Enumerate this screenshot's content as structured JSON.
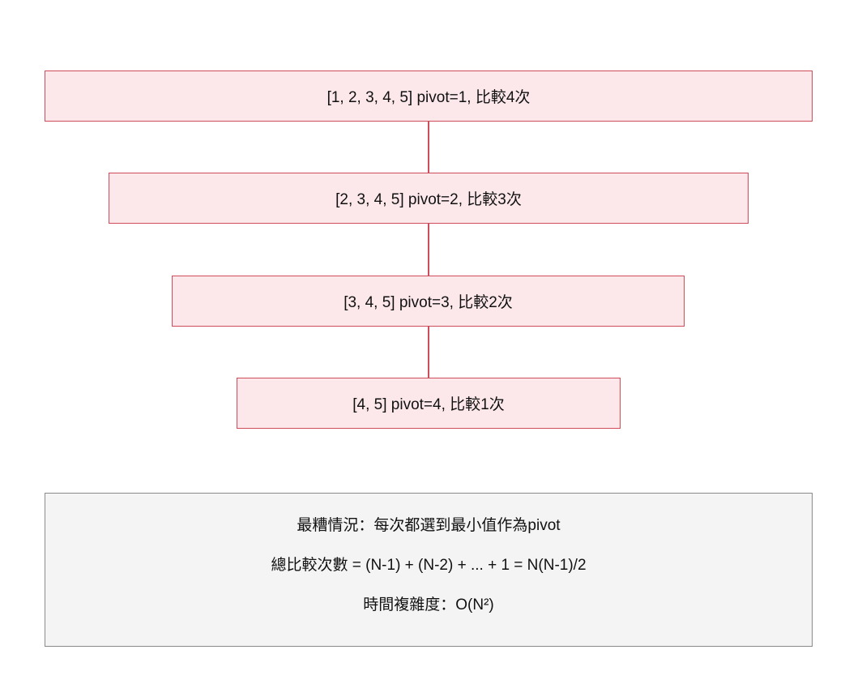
{
  "steps": [
    "[1, 2, 3, 4, 5] pivot=1, 比較4次",
    "[2, 3, 4, 5] pivot=2, 比較3次",
    "[3, 4, 5] pivot=3, 比較2次",
    "[4, 5] pivot=4, 比較1次"
  ],
  "summary": {
    "line1": "最糟情況：每次都選到最小值作為pivot",
    "line2": "總比較次數 = (N-1) + (N-2) + ... + 1 = N(N-1)/2",
    "line3": "時間複雜度：O(N²)"
  },
  "colors": {
    "step_fill": "#fce8ea",
    "step_border": "#cf4d5b",
    "summary_fill": "#f4f4f4",
    "summary_border": "#8a8a8a"
  }
}
